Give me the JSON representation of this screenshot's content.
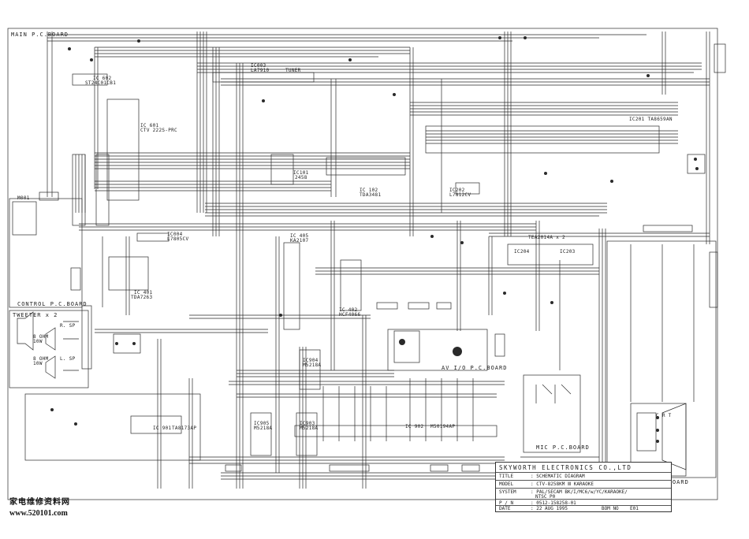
{
  "boards": {
    "main": "MAIN P.C.BOARD",
    "control": "CONTROL P.C.BOARD",
    "av_io": "AV I/O P.C.BOARD",
    "mic": "MIC P.C.BOARD",
    "crt": "CRT P.C.BOARD",
    "speaker": "TWEETER x 2"
  },
  "components": {
    "ic602": "IC 602",
    "ic602_part": "ST24C01CB1",
    "ic601": "IC 601",
    "ic601_part": "CTV 222S-PRC",
    "ic003": "IC003",
    "ic003_part": "LA7910",
    "tuner": "TUNER",
    "ic101": "IC101",
    "ic101_part": "2458",
    "ic102": "IC 102",
    "ic102_part": "TDA3481",
    "ic201": "IC201 TA8659AN",
    "ic202": "IC202",
    "ic202_part": "L7812CV",
    "ic204": "IC204",
    "ic203": "IC203",
    "tea": "TEA2014A x 2",
    "ic004": "IC004",
    "ic004_part": "L7805CV",
    "ic401": "IC 401",
    "ic401_part": "TDA7263",
    "ic405": "IC 405",
    "ic405_part": "KA2107",
    "ic402": "IC 402",
    "ic402_part": "HCF4066",
    "ic904": "IC904",
    "ic904_part": "M5218A",
    "ic905": "IC905",
    "ic905_part": "M5218A",
    "ic903": "IC903",
    "ic903_part": "M5218A",
    "ic902": "IC 902",
    "ic902_part": "M50194AP",
    "ic901": "IC 901",
    "ic901_part": "TA8173AP",
    "crt": "C R T",
    "spk1": "R. SP",
    "spk2": "L. SP",
    "ohm1": "8 OHM",
    "ohm1w": "10W",
    "ohm2": "8 OHM",
    "ohm2w": "10W",
    "m001": "M001"
  },
  "title_block": {
    "company": "SKYWORTH ELECTRONICS CO.,LTD",
    "title_label": "TITLE",
    "title_value": ": SCHEMATIC DIAGRAM",
    "model_label": "MODEL",
    "model_value": ": CTV-8258KM  Ⅲ  KARAOKE",
    "system_label": "SYSTEM",
    "system_value": ": PAL/SECAM BK/I/MC6/w/YC/KARAOKE/",
    "system_value2": "NTSC P0",
    "pn_label": "P / N",
    "pn_value": ": 0512-158258-01",
    "date_label": "DATE",
    "date_value": ": 22 AUG 1995",
    "bom_label": "BOM NO",
    "bom_value": "E01"
  },
  "watermark": {
    "chinese": "家电维修资料网",
    "url": "www.520101.com"
  }
}
